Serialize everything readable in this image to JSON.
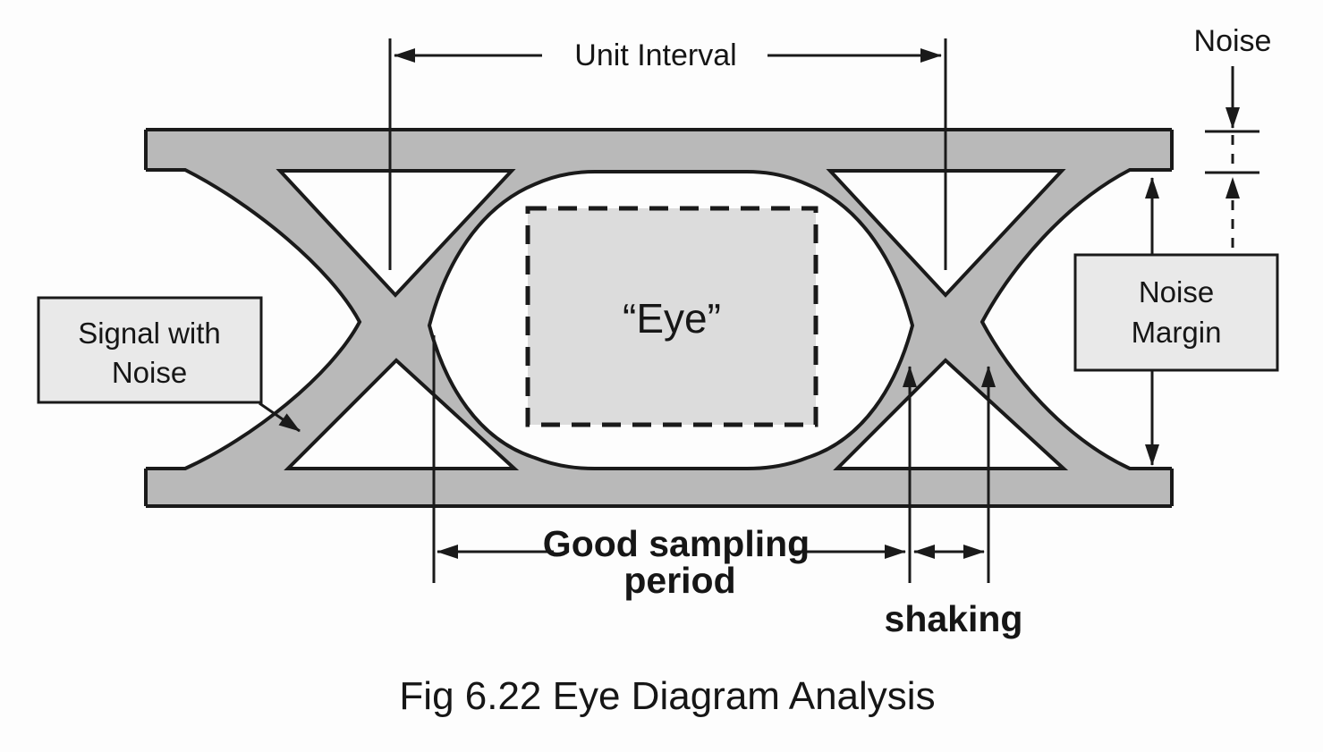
{
  "caption": "Fig 6.22  Eye Diagram Analysis",
  "annotations": {
    "unit_interval": "Unit Interval",
    "noise": "Noise",
    "noise_margin": {
      "line1": "Noise",
      "line2": "Margin"
    },
    "signal_with_noise": {
      "line1": "Signal with",
      "line2": "Noise"
    },
    "eye": "“Eye”",
    "good_sampling": {
      "line1": "Good sampling",
      "line2": "period"
    },
    "shaking": "shaking"
  },
  "colors": {
    "background": "#fdfdfd",
    "trace_band": "#b9b9b9",
    "opening": "#fdfdfd",
    "eye_region_fill": "#dcdcdc",
    "label_box_fill": "#e9e9e9",
    "line": "#1a1a1a"
  }
}
